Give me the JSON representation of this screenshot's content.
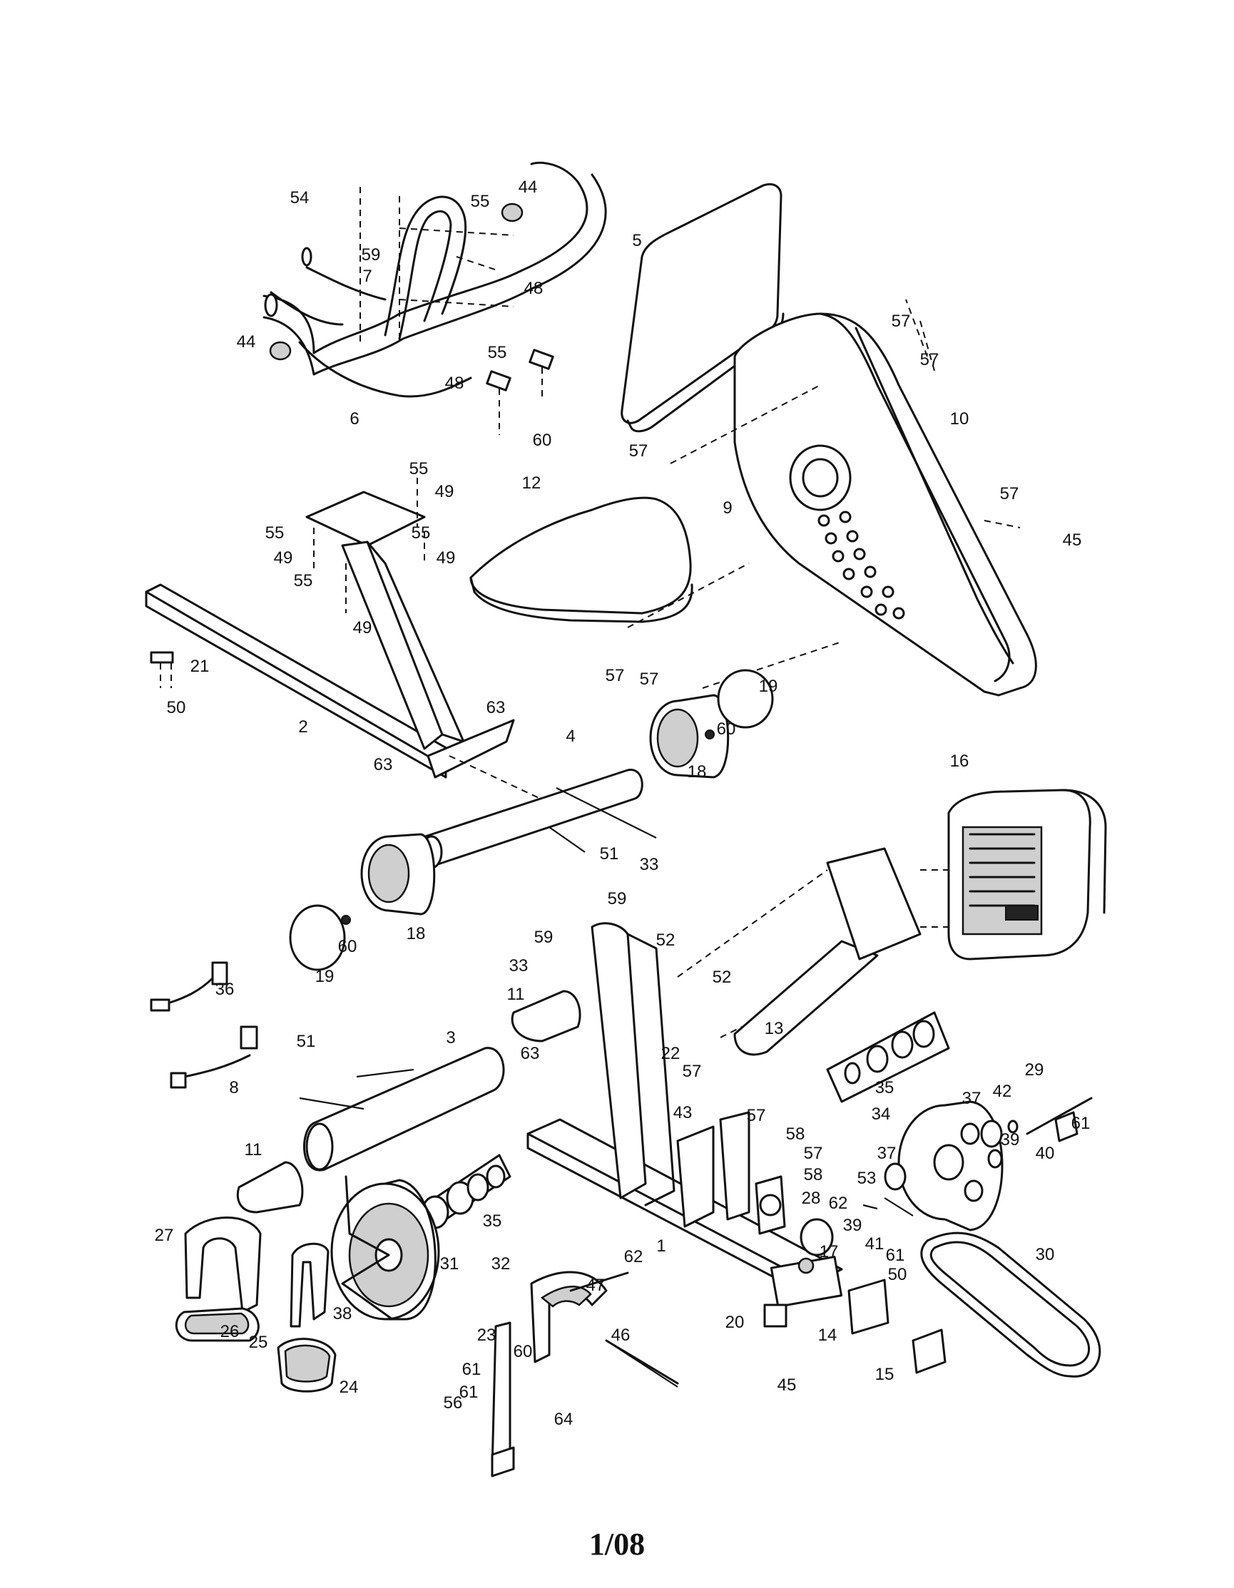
{
  "page_number": "1/08",
  "callouts": [
    {
      "label": "54"
    },
    {
      "label": "59"
    },
    {
      "label": "7"
    },
    {
      "label": "55"
    },
    {
      "label": "44"
    },
    {
      "label": "48"
    },
    {
      "label": "48"
    },
    {
      "label": "55"
    },
    {
      "label": "44"
    },
    {
      "label": "6"
    },
    {
      "label": "60"
    },
    {
      "label": "5"
    },
    {
      "label": "57"
    },
    {
      "label": "57"
    },
    {
      "label": "10"
    },
    {
      "label": "57"
    },
    {
      "label": "9"
    },
    {
      "label": "57"
    },
    {
      "label": "45"
    },
    {
      "label": "57"
    },
    {
      "label": "57"
    },
    {
      "label": "19"
    },
    {
      "label": "60"
    },
    {
      "label": "12"
    },
    {
      "label": "55"
    },
    {
      "label": "49"
    },
    {
      "label": "55"
    },
    {
      "label": "49"
    },
    {
      "label": "55"
    },
    {
      "label": "49"
    },
    {
      "label": "55"
    },
    {
      "label": "49"
    },
    {
      "label": "21"
    },
    {
      "label": "50"
    },
    {
      "label": "2"
    },
    {
      "label": "63"
    },
    {
      "label": "63"
    },
    {
      "label": "4"
    },
    {
      "label": "18"
    },
    {
      "label": "51"
    },
    {
      "label": "16"
    },
    {
      "label": "33"
    },
    {
      "label": "59"
    },
    {
      "label": "59"
    },
    {
      "label": "33"
    },
    {
      "label": "52"
    },
    {
      "label": "52"
    },
    {
      "label": "13"
    },
    {
      "label": "18"
    },
    {
      "label": "60"
    },
    {
      "label": "19"
    },
    {
      "label": "36"
    },
    {
      "label": "11"
    },
    {
      "label": "51"
    },
    {
      "label": "3"
    },
    {
      "label": "8"
    },
    {
      "label": "63"
    },
    {
      "label": "22"
    },
    {
      "label": "57"
    },
    {
      "label": "43"
    },
    {
      "label": "35"
    },
    {
      "label": "29"
    },
    {
      "label": "37"
    },
    {
      "label": "42"
    },
    {
      "label": "61"
    },
    {
      "label": "34"
    },
    {
      "label": "39"
    },
    {
      "label": "40"
    },
    {
      "label": "11"
    },
    {
      "label": "57"
    },
    {
      "label": "58"
    },
    {
      "label": "57"
    },
    {
      "label": "58"
    },
    {
      "label": "28"
    },
    {
      "label": "37"
    },
    {
      "label": "53"
    },
    {
      "label": "62"
    },
    {
      "label": "39"
    },
    {
      "label": "41"
    },
    {
      "label": "17"
    },
    {
      "label": "61"
    },
    {
      "label": "35"
    },
    {
      "label": "31"
    },
    {
      "label": "27"
    },
    {
      "label": "1"
    },
    {
      "label": "32"
    },
    {
      "label": "62"
    },
    {
      "label": "47"
    },
    {
      "label": "30"
    },
    {
      "label": "50"
    },
    {
      "label": "26"
    },
    {
      "label": "38"
    },
    {
      "label": "25"
    },
    {
      "label": "23"
    },
    {
      "label": "60"
    },
    {
      "label": "46"
    },
    {
      "label": "20"
    },
    {
      "label": "14"
    },
    {
      "label": "45"
    },
    {
      "label": "61"
    },
    {
      "label": "24"
    },
    {
      "label": "61"
    },
    {
      "label": "56"
    },
    {
      "label": "64"
    },
    {
      "label": "15"
    }
  ]
}
